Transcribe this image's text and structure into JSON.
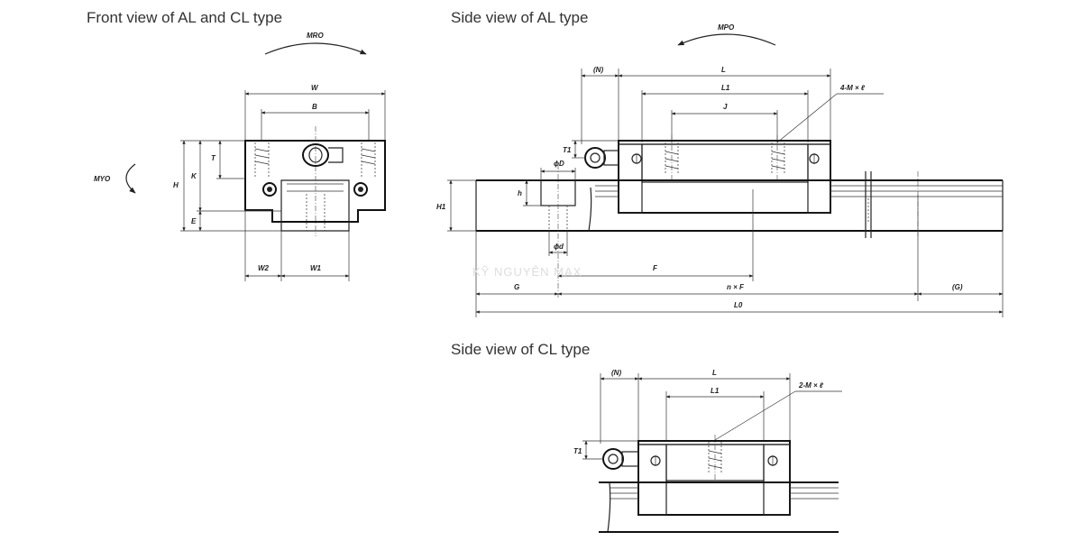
{
  "titles": {
    "front": "Front view of AL and CL type",
    "side_al": "Side view of AL type",
    "side_cl": "Side view of CL type"
  },
  "front_labels": {
    "m_rotation": "MRO",
    "m_yaw": "MYO",
    "w": "W",
    "b": "B",
    "t": "T",
    "k": "K",
    "h": "H",
    "e": "E",
    "w2": "W2",
    "w1": "W1"
  },
  "al_labels": {
    "m_pitch": "MPO",
    "n": "(N)",
    "l": "L",
    "l1": "L1",
    "j": "J",
    "mounting": "4-M × ℓ",
    "t1": "T1",
    "phi_d_upper": "ϕD",
    "phi_d_lower": "ϕd",
    "h": "h",
    "h1": "H1",
    "f": "F",
    "g": "G",
    "nf": "n × F",
    "g_paren": "(G)",
    "l0": "L0"
  },
  "cl_labels": {
    "n": "(N)",
    "l": "L",
    "l1": "L1",
    "mounting": "2-M × ℓ",
    "t1": "T1"
  },
  "watermark": "KỸ NGUYÊN MAX"
}
